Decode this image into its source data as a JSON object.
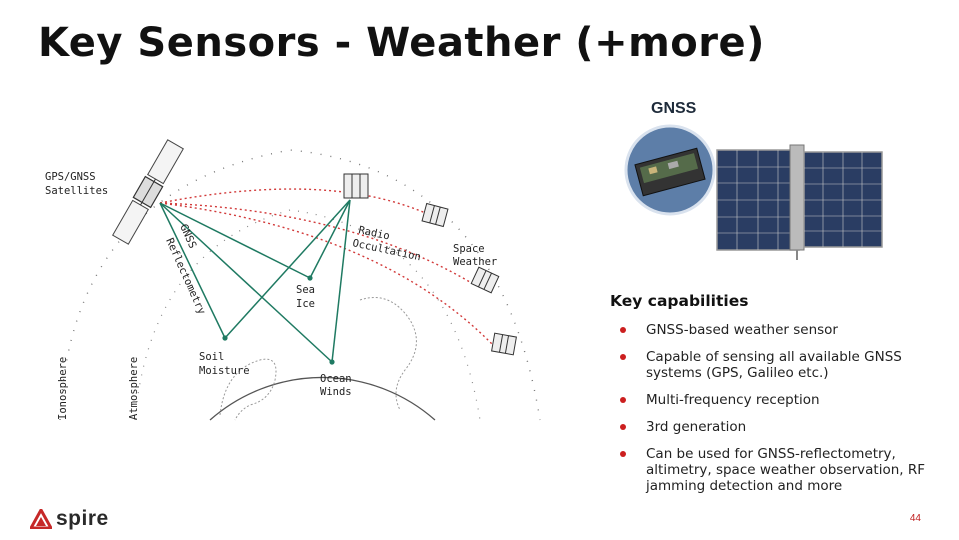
{
  "slide": {
    "title": "Key Sensors - Weather (+more)",
    "page_number": "44"
  },
  "diagram": {
    "labels": {
      "gps_gnss_line1": "GPS/GNSS",
      "gps_gnss_line2": "Satellites",
      "radio": "Radio",
      "occultation": "Occultation",
      "space": "Space",
      "weather": "Weather",
      "gnss": "GNSS",
      "reflectometry": "Reflectometry",
      "sea": "Sea",
      "ice": "Ice",
      "soil": "Soil",
      "moisture": "Moisture",
      "ocean": "Ocean",
      "winds": "Winds",
      "ionosphere": "Ionosphere",
      "atmosphere": "Atmosphere"
    },
    "colors": {
      "reflection_rays": "#1f7a62",
      "occultation_rays": "#d23a3a",
      "earth_outline": "#555555"
    }
  },
  "product": {
    "label": "GNSS"
  },
  "capabilities": {
    "heading": "Key capabilities",
    "items": [
      "GNSS-based weather sensor",
      "Capable of sensing all available GNSS systems (GPS, Galileo etc.)",
      "Multi-frequency reception",
      "3rd generation",
      "Can be used for GNSS-reflectometry, altimetry, space weather observation, RF jamming detection and more"
    ],
    "bullet_color": "#cc1f1f"
  },
  "brand": {
    "name": "spire",
    "icon": "spire-logo-icon",
    "color": "#2a2a2a"
  }
}
